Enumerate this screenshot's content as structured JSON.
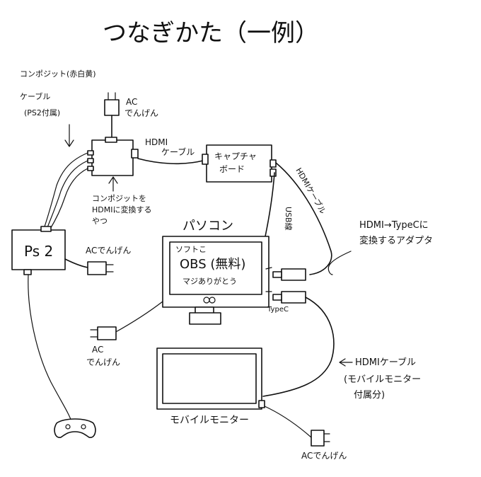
{
  "title": "つなぎかた（一例）",
  "labels": {
    "composite_cable_1": "コンポジット(赤白黄)",
    "composite_cable_2": "ケーブル",
    "composite_cable_3": "(PS2付属)",
    "ac_converter": "AC",
    "ac_converter_2": "でんげん",
    "hdmi_cable_top_1": "HDMI",
    "hdmi_cable_top_2": "ケーブル",
    "capture_board_1": "キャプチャ",
    "capture_board_2": "ボード",
    "converter_note_1": "コンポジットを",
    "converter_note_2": "HDMIに変換する",
    "converter_note_3": "やつ",
    "ps2": "Ps 2",
    "ps2_ac": "ACでんげん",
    "pc_title": "パソコン",
    "software_1": "ソフトこ",
    "software_2": "OBS (無料)",
    "software_3": "マジありがとう",
    "usb_cable": "USB線",
    "hdmi_cable_right": "HDMIケーブル",
    "adapter_1": "HDMI→TypeCに",
    "adapter_2": "変換するアダプタ",
    "typec": "TypeC",
    "pc_ac_1": "AC",
    "pc_ac_2": "でんげん",
    "hdmi_cable_monitor_1": "HDMIケーブル",
    "hdmi_cable_monitor_2": "(モバイルモニター",
    "hdmi_cable_monitor_3": "付属分)",
    "mobile_monitor": "モバイルモニター",
    "monitor_ac": "ACでんげん"
  }
}
